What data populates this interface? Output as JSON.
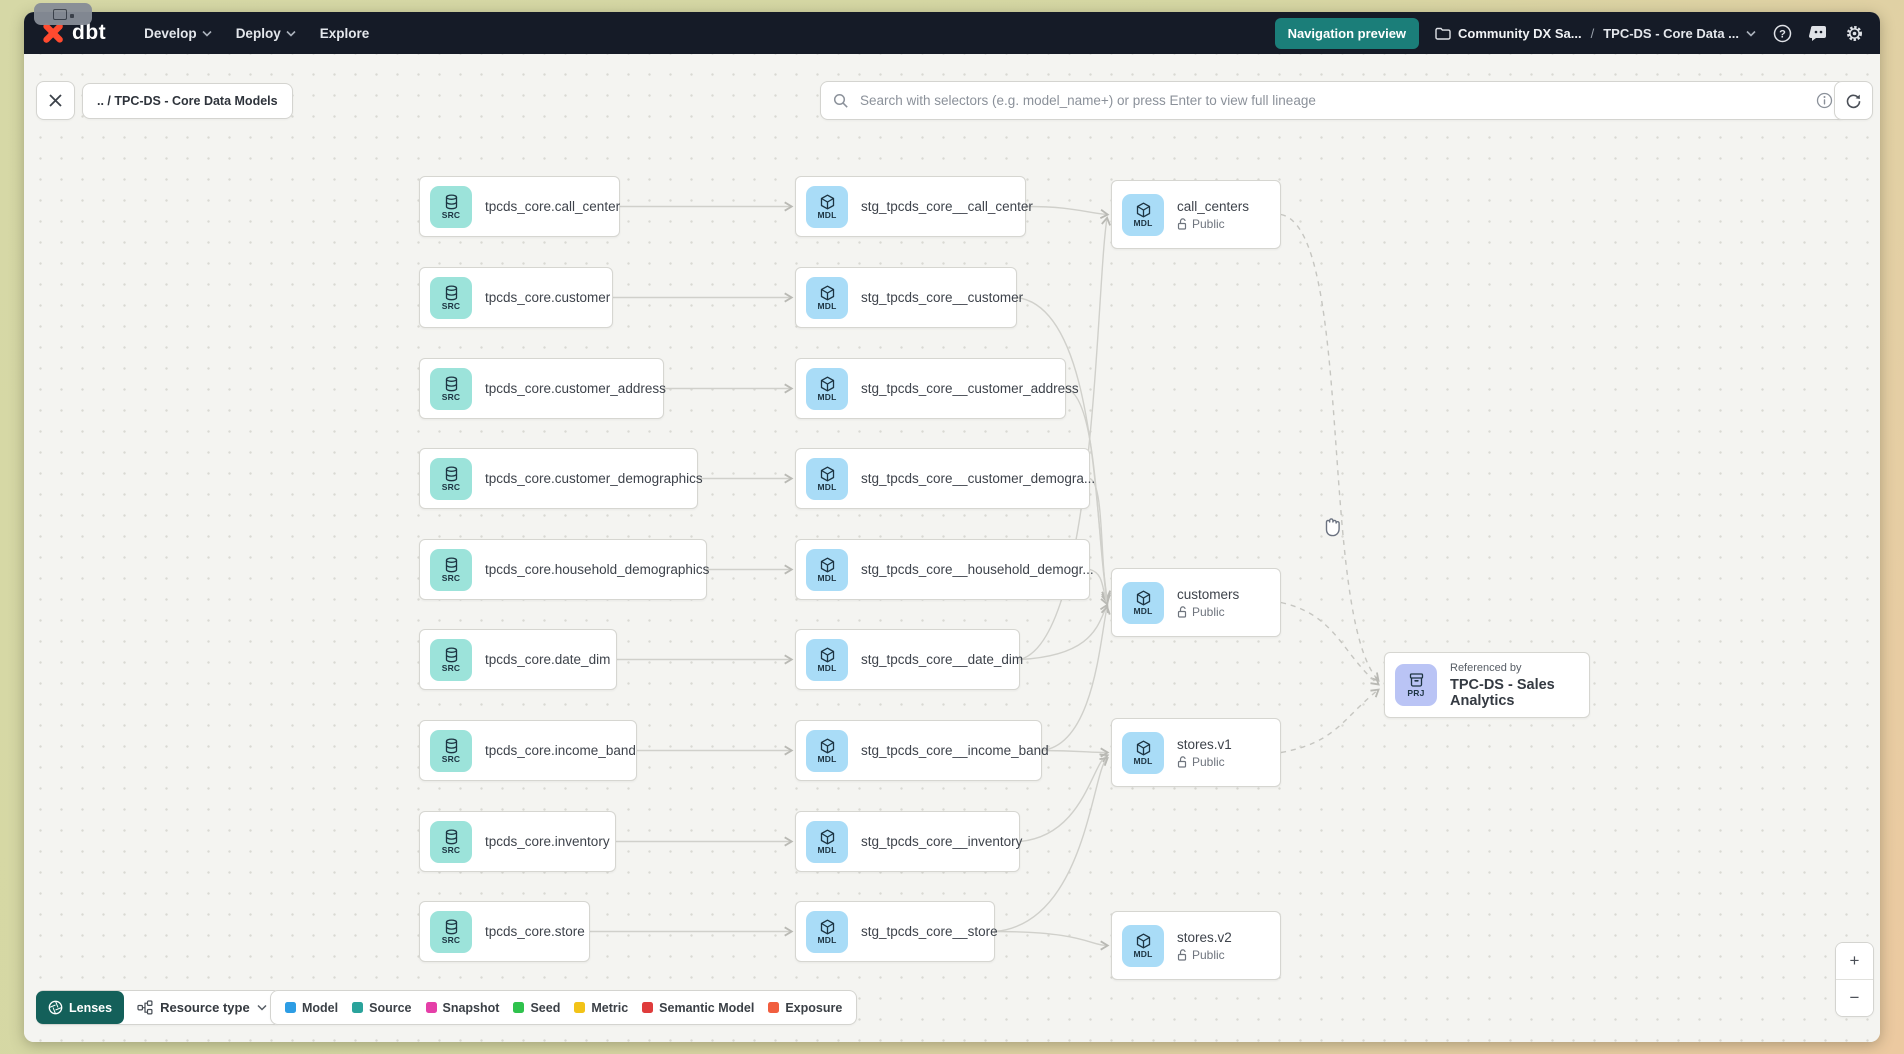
{
  "topnav": {
    "logo_text": "dbt",
    "menus": [
      {
        "label": "Develop",
        "chevron": true
      },
      {
        "label": "Deploy",
        "chevron": true
      },
      {
        "label": "Explore",
        "chevron": false
      }
    ],
    "nav_preview_label": "Navigation preview",
    "project_breadcrumb": {
      "folder_label": "Community DX Sa...",
      "separator": "/",
      "current": "TPC-DS - Core Data ..."
    }
  },
  "toolbar": {
    "breadcrumb": ".. / TPC-DS - Core Data Models",
    "search_placeholder": "Search with selectors (e.g. model_name+) or press Enter to view full lineage"
  },
  "graph": {
    "badge_src": "SRC",
    "badge_mdl": "MDL",
    "badge_prj": "PRJ",
    "sources": [
      {
        "label": "tpcds_core.call_center"
      },
      {
        "label": "tpcds_core.customer"
      },
      {
        "label": "tpcds_core.customer_address"
      },
      {
        "label": "tpcds_core.customer_demographics"
      },
      {
        "label": "tpcds_core.household_demographics"
      },
      {
        "label": "tpcds_core.date_dim"
      },
      {
        "label": "tpcds_core.income_band"
      },
      {
        "label": "tpcds_core.inventory"
      },
      {
        "label": "tpcds_core.store"
      }
    ],
    "staging": [
      {
        "label": "stg_tpcds_core__call_center"
      },
      {
        "label": "stg_tpcds_core__customer"
      },
      {
        "label": "stg_tpcds_core__customer_address"
      },
      {
        "label": "stg_tpcds_core__customer_demogra..."
      },
      {
        "label": "stg_tpcds_core__household_demogr..."
      },
      {
        "label": "stg_tpcds_core__date_dim"
      },
      {
        "label": "stg_tpcds_core__income_band"
      },
      {
        "label": "stg_tpcds_core__inventory"
      },
      {
        "label": "stg_tpcds_core__store"
      }
    ],
    "public_models": [
      {
        "label": "call_centers",
        "access": "Public"
      },
      {
        "label": "customers",
        "access": "Public"
      },
      {
        "label": "stores.v1",
        "access": "Public"
      },
      {
        "label": "stores.v2",
        "access": "Public"
      }
    ],
    "project_ref": {
      "title": "Referenced by",
      "label": "TPC-DS - Sales Analytics"
    },
    "colors": {
      "source_badge": "#9ce3da",
      "model_badge": "#a9dcf7",
      "project_badge": "#bac4f5"
    }
  },
  "footer": {
    "lenses_label": "Lenses",
    "resource_type_label": "Resource type",
    "legend": [
      {
        "label": "Model",
        "color": "#2d9de4"
      },
      {
        "label": "Source",
        "color": "#2aa39b"
      },
      {
        "label": "Snapshot",
        "color": "#e53fa8"
      },
      {
        "label": "Seed",
        "color": "#2fc24d"
      },
      {
        "label": "Metric",
        "color": "#f2c318"
      },
      {
        "label": "Semantic Model",
        "color": "#df3c3c"
      },
      {
        "label": "Exposure",
        "color": "#f15e3f"
      }
    ]
  },
  "zoom_controls": {
    "zoom_in": "+",
    "zoom_out": "−"
  }
}
